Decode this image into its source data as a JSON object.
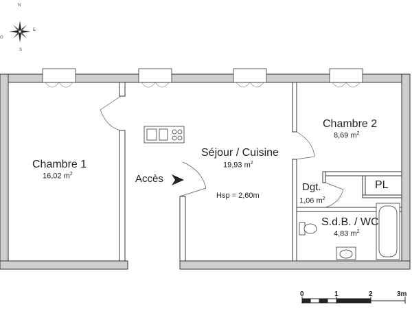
{
  "compass": {
    "north": "N",
    "south": "S",
    "east": "E",
    "west": "O"
  },
  "rooms": {
    "chambre1": {
      "name": "Chambre 1",
      "area": "16,02 m",
      "unit_exp": "2"
    },
    "sejour": {
      "name": "Séjour / Cuisine",
      "area": "19,93 m",
      "unit_exp": "2",
      "height_note": "Hsp = 2,60m"
    },
    "chambre2": {
      "name": "Chambre 2",
      "area": "8,69 m",
      "unit_exp": "2"
    },
    "dgt": {
      "name": "Dgt.",
      "area": "1,06 m",
      "unit_exp": "2"
    },
    "sdb": {
      "name": "S.d.B. / WC",
      "area": "4,83 m",
      "unit_exp": "2"
    },
    "pl": {
      "name": "PL"
    }
  },
  "access": {
    "label": "Accès"
  },
  "scale": {
    "ticks": [
      "0",
      "1",
      "2",
      "3m"
    ]
  },
  "colors": {
    "wall_fill": "#cfcfcf",
    "wall_stroke": "#333333",
    "line": "#555555"
  }
}
